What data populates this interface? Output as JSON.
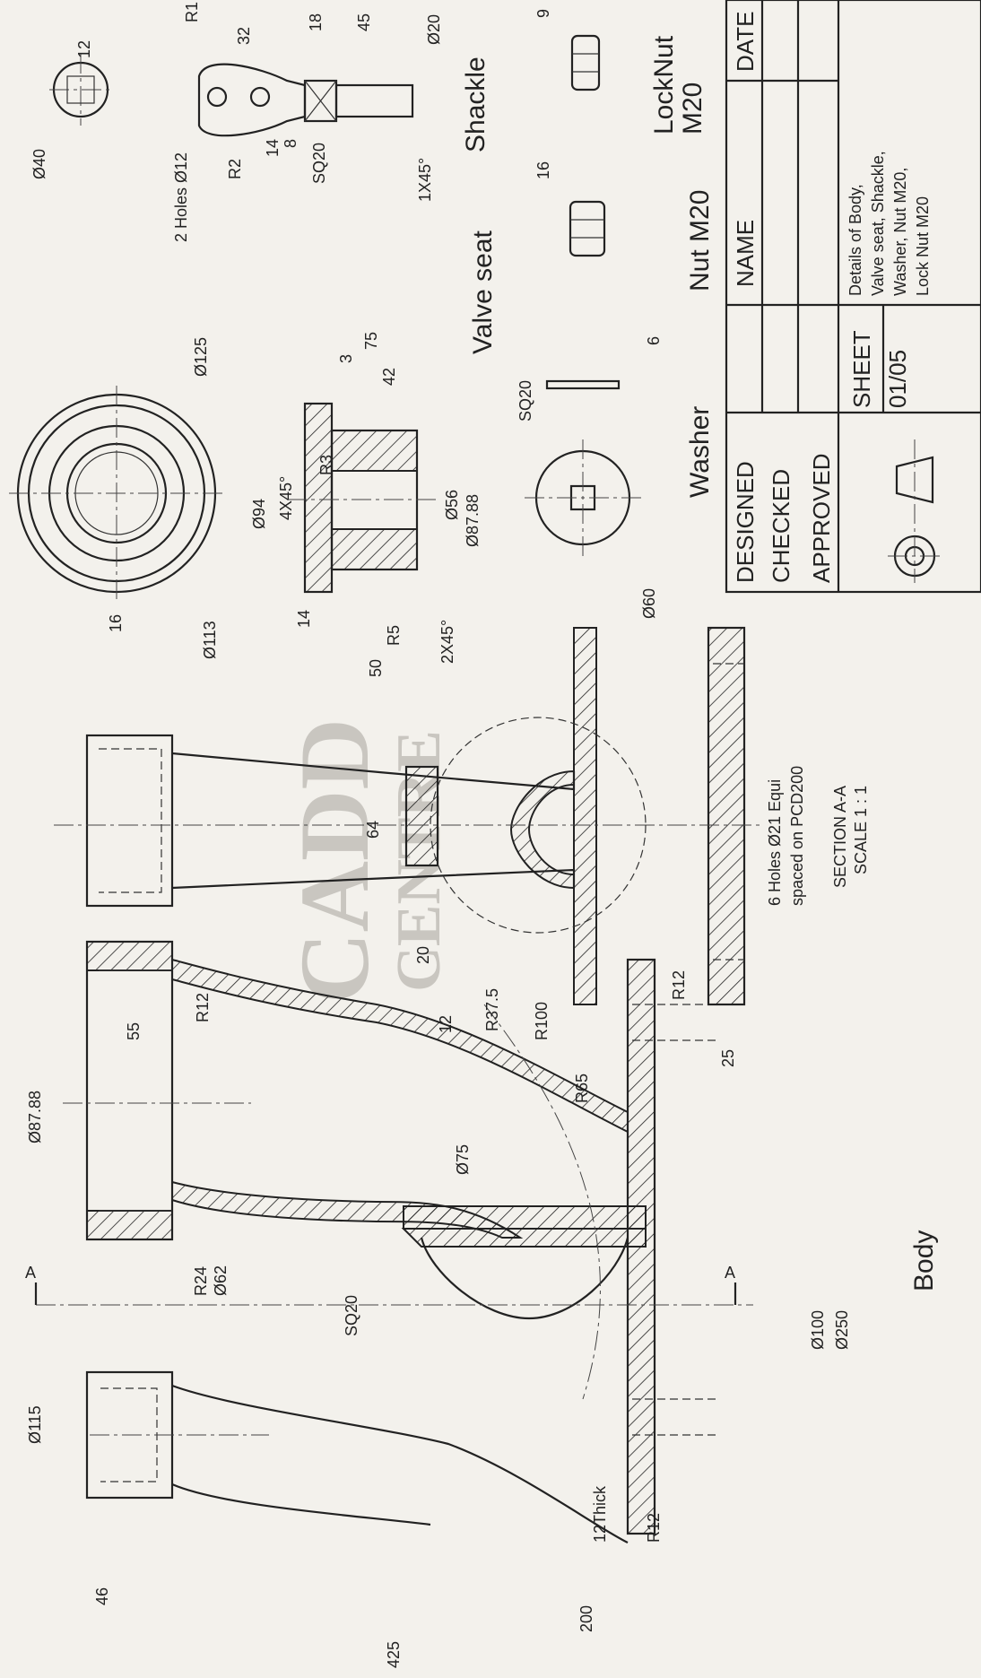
{
  "views": {
    "body": "Body",
    "valve_seat": "Valve seat",
    "shackle": "Shackle",
    "washer": "Washer",
    "nut": "Nut M20",
    "locknut_line1": "LockNut",
    "locknut_line2": "M20",
    "section_line1": "SECTION A-A",
    "section_line2": "SCALE 1 : 1",
    "section_marker": "A"
  },
  "notes": {
    "holes_line1": "6 Holes Ø21 Equi",
    "holes_line2": "spaced on PCD200",
    "twelve_thick": "12Thick",
    "two_holes": "2 Holes Ø12"
  },
  "dims": {
    "d115": "Ø115",
    "d46": "46",
    "d425": "425",
    "d200": "200",
    "r12a": "R12",
    "r12b": "R12",
    "r12c": "R12",
    "r24": "R24",
    "d62": "Ø62",
    "sq20": "SQ20",
    "d100": "Ø100",
    "d250": "Ø250",
    "d8788": "Ø87.88",
    "d55": "55",
    "d12": "12",
    "d75": "Ø75",
    "r100": "R100",
    "r65": "R65",
    "r375": "R37.5",
    "d20": "20",
    "d64": "64",
    "d25": "25",
    "d113": "Ø113",
    "d16": "16",
    "d125": "Ø125",
    "vs50": "50",
    "vsR5": "R5",
    "vs14": "14",
    "vs2x45": "2X45°",
    "vs4x45": "4X45°",
    "vsd94": "Ø94",
    "vsR3": "R3",
    "vsd56": "Ø56",
    "vsd8788": "Ø87.88",
    "vs75": "75",
    "vs42": "42",
    "vs3": "3",
    "wd60": "Ø60",
    "wsq20": "SQ20",
    "w6": "6",
    "n16": "16",
    "ln9": "9",
    "sd40": "Ø40",
    "s12": "12",
    "sR2": "R2",
    "s14": "14",
    "s8": "8",
    "sSQ20": "SQ20",
    "s1x45": "1X45°",
    "s32": "32",
    "s18": "18",
    "s45": "45",
    "sd20": "Ø20",
    "sR1": "R1"
  },
  "title_block": {
    "designed": "DESIGNED",
    "checked": "CHECKED",
    "approved": "APPROVED",
    "name": "NAME",
    "date": "DATE",
    "sheet_label": "SHEET",
    "sheet_no": "01/05",
    "desc_line1": "Details of Body,",
    "desc_line2": "Valve seat, Shackle,",
    "desc_line3": "Washer, Nut M20,",
    "desc_line4": "Lock Nut M20"
  },
  "watermark": {
    "line1": "CADD",
    "line2": "CENTRE"
  }
}
